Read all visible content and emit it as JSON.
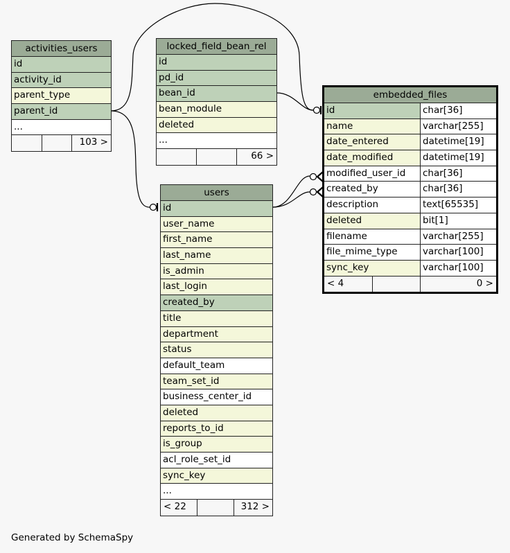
{
  "caption": "Generated by SchemaSpy",
  "colors": {
    "header": "#9bab96",
    "key": "#bed1b8",
    "indexed": "#f4f7da",
    "plain": "#ffffff",
    "background": "#f7f7f7"
  },
  "tables": [
    {
      "id": "activities_users",
      "name": "activities_users",
      "rows": [
        {
          "name": "id",
          "kind": "key"
        },
        {
          "name": "activity_id",
          "kind": "key"
        },
        {
          "name": "parent_type",
          "kind": "idx"
        },
        {
          "name": "parent_id",
          "kind": "key"
        },
        {
          "name": "...",
          "kind": "plain"
        }
      ],
      "footer": [
        "",
        "",
        "103 >"
      ]
    },
    {
      "id": "locked_field_bean_rel",
      "name": "locked_field_bean_rel",
      "rows": [
        {
          "name": "id",
          "kind": "key"
        },
        {
          "name": "pd_id",
          "kind": "key"
        },
        {
          "name": "bean_id",
          "kind": "key"
        },
        {
          "name": "bean_module",
          "kind": "idx"
        },
        {
          "name": "deleted",
          "kind": "idx"
        },
        {
          "name": "...",
          "kind": "plain"
        }
      ],
      "footer": [
        "",
        "",
        "66 >"
      ]
    },
    {
      "id": "users",
      "name": "users",
      "rows": [
        {
          "name": "id",
          "kind": "key"
        },
        {
          "name": "user_name",
          "kind": "idx"
        },
        {
          "name": "first_name",
          "kind": "idx"
        },
        {
          "name": "last_name",
          "kind": "idx"
        },
        {
          "name": "is_admin",
          "kind": "idx"
        },
        {
          "name": "last_login",
          "kind": "idx"
        },
        {
          "name": "created_by",
          "kind": "key"
        },
        {
          "name": "title",
          "kind": "idx"
        },
        {
          "name": "department",
          "kind": "idx"
        },
        {
          "name": "status",
          "kind": "idx"
        },
        {
          "name": "default_team",
          "kind": "plain"
        },
        {
          "name": "team_set_id",
          "kind": "idx"
        },
        {
          "name": "business_center_id",
          "kind": "plain"
        },
        {
          "name": "deleted",
          "kind": "idx"
        },
        {
          "name": "reports_to_id",
          "kind": "idx"
        },
        {
          "name": "is_group",
          "kind": "idx"
        },
        {
          "name": "acl_role_set_id",
          "kind": "plain"
        },
        {
          "name": "sync_key",
          "kind": "idx"
        },
        {
          "name": "...",
          "kind": "plain"
        }
      ],
      "footer": [
        "< 22",
        "",
        "312 >"
      ]
    },
    {
      "id": "embedded_files",
      "name": "embedded_files",
      "focus": true,
      "rows": [
        {
          "name": "id",
          "type": "char[36]",
          "kind": "key"
        },
        {
          "name": "name",
          "type": "varchar[255]",
          "kind": "idx"
        },
        {
          "name": "date_entered",
          "type": "datetime[19]",
          "kind": "idx"
        },
        {
          "name": "date_modified",
          "type": "datetime[19]",
          "kind": "idx"
        },
        {
          "name": "modified_user_id",
          "type": "char[36]",
          "kind": "plain"
        },
        {
          "name": "created_by",
          "type": "char[36]",
          "kind": "plain"
        },
        {
          "name": "description",
          "type": "text[65535]",
          "kind": "plain"
        },
        {
          "name": "deleted",
          "type": "bit[1]",
          "kind": "idx"
        },
        {
          "name": "filename",
          "type": "varchar[255]",
          "kind": "plain"
        },
        {
          "name": "file_mime_type",
          "type": "varchar[100]",
          "kind": "plain"
        },
        {
          "name": "sync_key",
          "type": "varchar[100]",
          "kind": "idx"
        }
      ],
      "footer": [
        "< 4",
        "",
        "0 >"
      ]
    }
  ]
}
